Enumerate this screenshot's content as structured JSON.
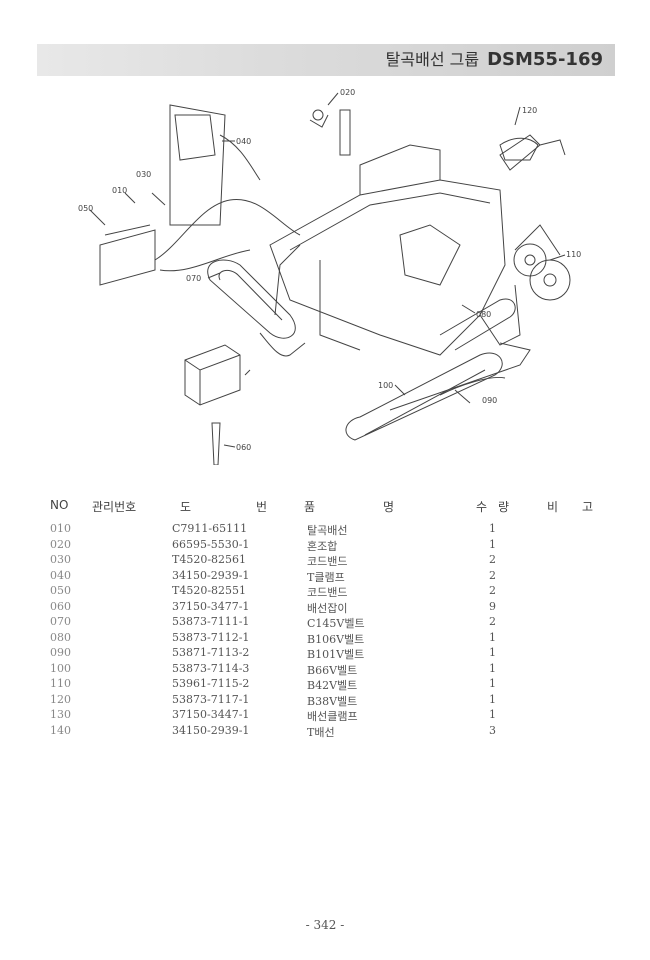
{
  "header": {
    "group_title": "탈곡배선 그룹",
    "model": "DSM55-169"
  },
  "diagram": {
    "callouts": [
      "010",
      "020",
      "030",
      "040",
      "050",
      "060",
      "070",
      "080",
      "090",
      "100",
      "110",
      "120"
    ]
  },
  "table": {
    "headers": {
      "no": "NO",
      "mgmt": "관리번호",
      "drawing_1": "도",
      "drawing_2": "번",
      "part_1": "품",
      "part_2": "명",
      "qty_1": "수",
      "qty_2": "량",
      "note_1": "비",
      "note_2": "고"
    },
    "rows": [
      {
        "no": "010",
        "part_no": "C7911-65111",
        "name": "탈곡배선",
        "qty": "1"
      },
      {
        "no": "020",
        "part_no": "66595-5530-1",
        "name": "혼조합",
        "qty": "1"
      },
      {
        "no": "030",
        "part_no": "T4520-82561",
        "name": "코드밴드",
        "qty": "2"
      },
      {
        "no": "040",
        "part_no": "34150-2939-1",
        "name": "T클램프",
        "qty": "2"
      },
      {
        "no": "050",
        "part_no": "T4520-82551",
        "name": "코드밴드",
        "qty": "2"
      },
      {
        "no": "060",
        "part_no": "37150-3477-1",
        "name": "배선잡이",
        "qty": "9"
      },
      {
        "no": "070",
        "part_no": "53873-7111-1",
        "name": "C145V벨트",
        "qty": "2"
      },
      {
        "no": "080",
        "part_no": "53873-7112-1",
        "name": "B106V벨트",
        "qty": "1"
      },
      {
        "no": "090",
        "part_no": "53871-7113-2",
        "name": "B101V벨트",
        "qty": "1"
      },
      {
        "no": "100",
        "part_no": "53873-7114-3",
        "name": "B66V벨트",
        "qty": "1"
      },
      {
        "no": "110",
        "part_no": "53961-7115-2",
        "name": "B42V벨트",
        "qty": "1"
      },
      {
        "no": "120",
        "part_no": "53873-7117-1",
        "name": "B38V벨트",
        "qty": "1"
      },
      {
        "no": "130",
        "part_no": "37150-3447-1",
        "name": "배선클램프",
        "qty": "1"
      },
      {
        "no": "140",
        "part_no": "34150-2939-1",
        "name": "T배선",
        "qty": "3"
      }
    ]
  },
  "footer": {
    "page": "- 342 -"
  }
}
